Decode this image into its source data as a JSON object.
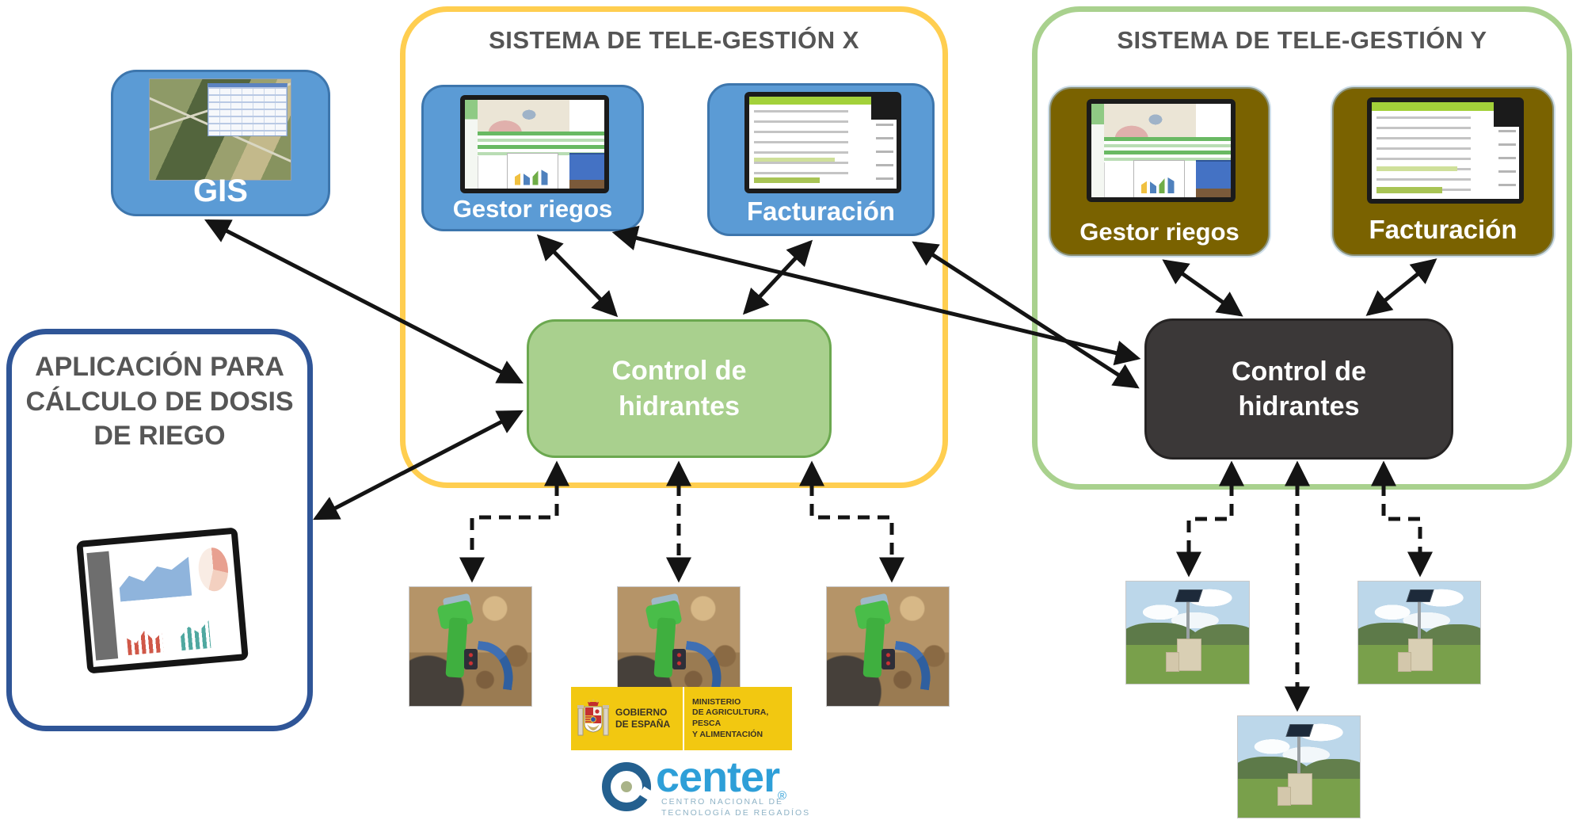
{
  "gis_box": {
    "label": "GIS"
  },
  "app_box": {
    "line1": "APLICACIÓN PARA",
    "line2": "CÁLCULO DE DOSIS",
    "line3": "DE RIEGO"
  },
  "system_x": {
    "title": "SISTEMA DE TELE-GESTIÓN X",
    "gestor_label": "Gestor riegos",
    "facturacion_label": "Facturación",
    "control_line1": "Control de",
    "control_line2": "hidrantes"
  },
  "system_y": {
    "title": "SISTEMA DE TELE-GESTIÓN Y",
    "gestor_label": "Gestor riegos",
    "facturacion_label": "Facturación",
    "control_line1": "Control de",
    "control_line2": "hidrantes"
  },
  "footer": {
    "gobierno_line1": "GOBIERNO",
    "gobierno_line2": "DE ESPAÑA",
    "ministerio_line1": "MINISTERIO",
    "ministerio_line2": "DE AGRICULTURA, PESCA",
    "ministerio_line3": "Y ALIMENTACIÓN",
    "center_word": "center",
    "registered": "®",
    "center_sub1": "CENTRO NACIONAL DE",
    "center_sub2": "TECNOLOGÍA DE REGADÍOS"
  },
  "colors": {
    "system_x_border": "#FFCE50",
    "system_y_border": "#A9D18E",
    "blue_box": "#5B9BD5",
    "olive_box": "#7A6200",
    "green_control_fill": "#A9D08E",
    "dark_control_fill": "#3B3838",
    "app_box_border": "#2F5597",
    "title_text": "#555555",
    "arrow": "#141414",
    "ministry_yellow": "#F2C811",
    "center_logo_blue": "#2E9FD8"
  }
}
